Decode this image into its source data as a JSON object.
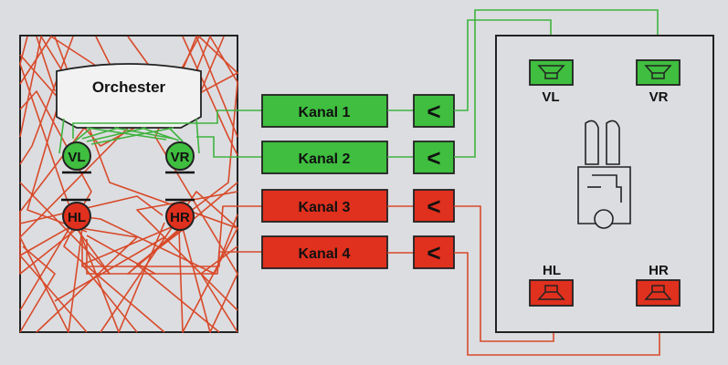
{
  "colors": {
    "background": "#dcdde0",
    "green": "#3fbe3f",
    "green_line": "#3fb33f",
    "red": "#e0301e",
    "red_line": "#d84a2a",
    "box_stroke": "#222222",
    "stage_fill": "#f2f2f2"
  },
  "orchestra": {
    "label": "Orchester"
  },
  "mics": {
    "vl": "VL",
    "vr": "VR",
    "hl": "HL",
    "hr": "HR"
  },
  "channels": [
    {
      "label": "Kanal 1",
      "color": "green"
    },
    {
      "label": "Kanal 2",
      "color": "green"
    },
    {
      "label": "Kanal 3",
      "color": "red"
    },
    {
      "label": "Kanal 4",
      "color": "red"
    }
  ],
  "amplifier_symbol": "<",
  "speakers": {
    "vl": "VL",
    "vr": "VR",
    "hl": "HL",
    "hr": "HR"
  }
}
